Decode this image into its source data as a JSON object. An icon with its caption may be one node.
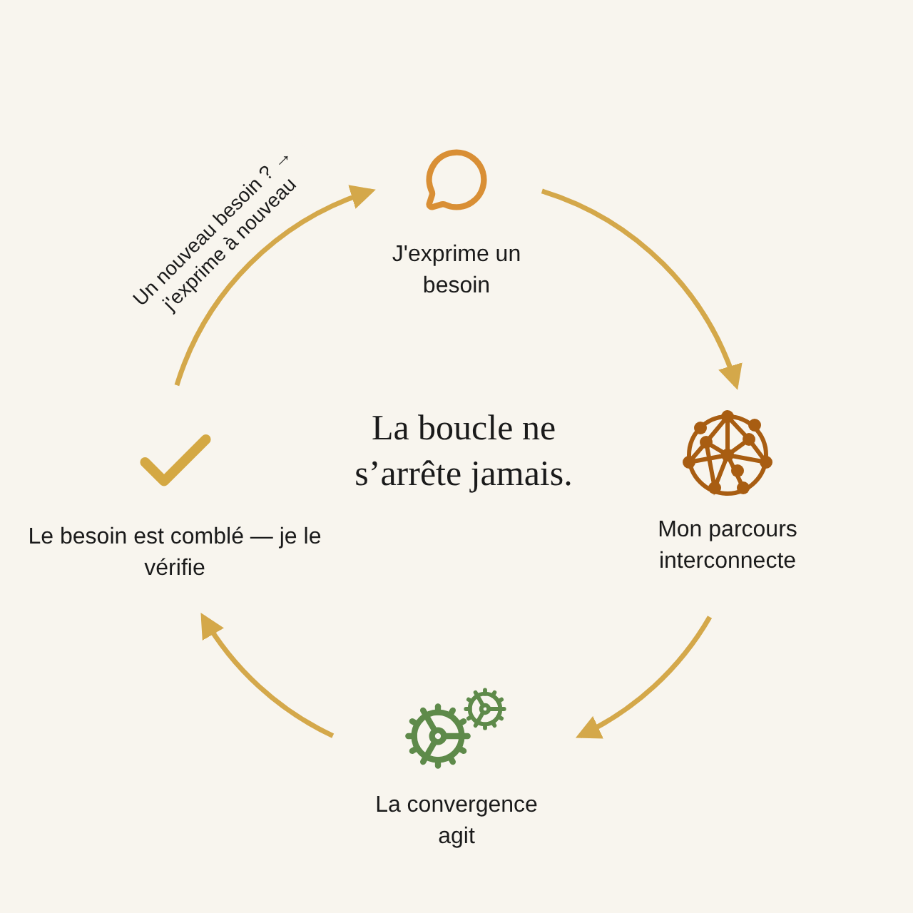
{
  "diagram": {
    "title": "La boucle ne s’arrête jamais.",
    "nodes": [
      {
        "text": [
          "J'exprime un besoin"
        ]
      },
      {
        "text": [
          "Mon parcours interconnecte"
        ]
      },
      {
        "text": [
          "La convergence agit"
        ]
      },
      {
        "text": [
          "Le besoin est comblé — je le vérifie"
        ]
      }
    ],
    "edges": [
      {
        "from": 0,
        "to": 1,
        "arrow": "to"
      },
      {
        "from": 1,
        "to": 2,
        "arrow": "to"
      },
      {
        "from": 2,
        "to": 3,
        "arrow": "to"
      },
      {
        "from": 3,
        "to": 0,
        "arrow": "to",
        "label": "Un nouveau besoin ? → j'exprime à nouveau"
      }
    ]
  }
}
